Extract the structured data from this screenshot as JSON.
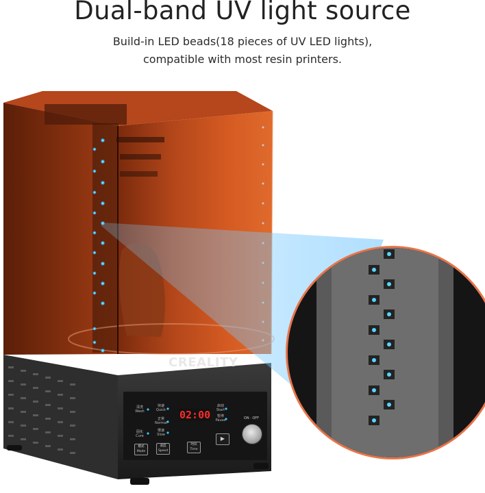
{
  "header": {
    "title": "Dual-band UV light source",
    "subtitle_line1": "Build-in  LED beads(18 pieces of UV LED lights),",
    "subtitle_line2": "compatible with most resin printers."
  },
  "device": {
    "brand": "CREALITY",
    "display_time": "02:00",
    "power_label": "ON · OFF",
    "panel_labels": {
      "wash_zh": "清洗",
      "wash": "Wash",
      "cure_zh": "固化",
      "cure": "Cure",
      "quick_zh": "快速",
      "quick": "Quick",
      "normal_zh": "正常",
      "normal": "Normal",
      "slow_zh": "慢速",
      "slow": "Slow",
      "start_zh": "启动",
      "start": "Start",
      "pause_zh": "暂停",
      "pause": "Pause",
      "mode_zh": "模式",
      "mode": "Mode",
      "speed_zh": "速度",
      "speed": "Speed",
      "time_zh": "时间",
      "time": "Time"
    }
  },
  "colors": {
    "cover_orange": "#c8501c",
    "led_blue": "#39c6ff",
    "base_dark": "#2b2b2b",
    "zoom_ring": "#e8754a"
  }
}
